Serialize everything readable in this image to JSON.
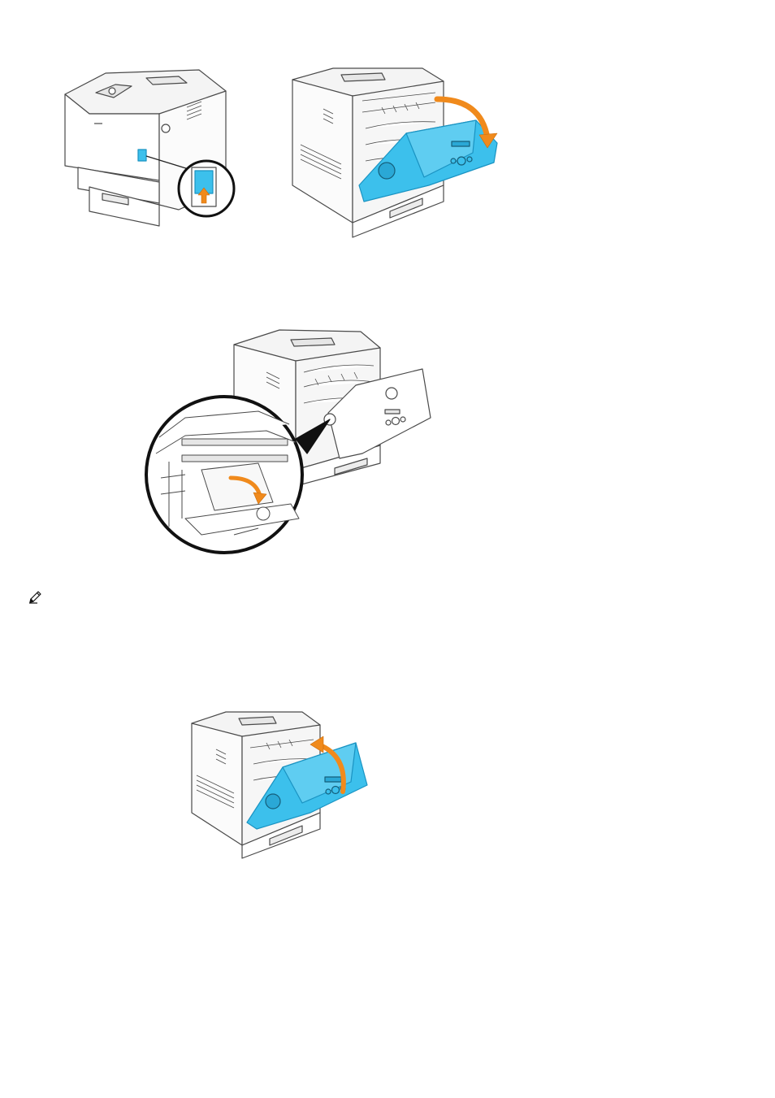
{
  "page": {
    "background": "#ffffff"
  },
  "colors": {
    "line": "#4a4a4a",
    "body_fill": "#ffffff",
    "shade": "#d8d8d8",
    "cover_blue": "#3cc0ec",
    "cover_blue_dark": "#1a93c2",
    "arrow_orange": "#f08a1c",
    "callout_ring": "#111111"
  },
  "figures": [
    {
      "name": "printer-release-button",
      "icon": "printer-side-button-illustration"
    },
    {
      "name": "printer-front-cover-open",
      "icon": "printer-open-cover-illustration"
    },
    {
      "name": "printer-paper-jam-removal",
      "icon": "printer-jam-detail-illustration"
    },
    {
      "name": "printer-front-cover-close",
      "icon": "printer-close-cover-illustration"
    }
  ],
  "note": {
    "icon": "pencil-note-icon"
  }
}
